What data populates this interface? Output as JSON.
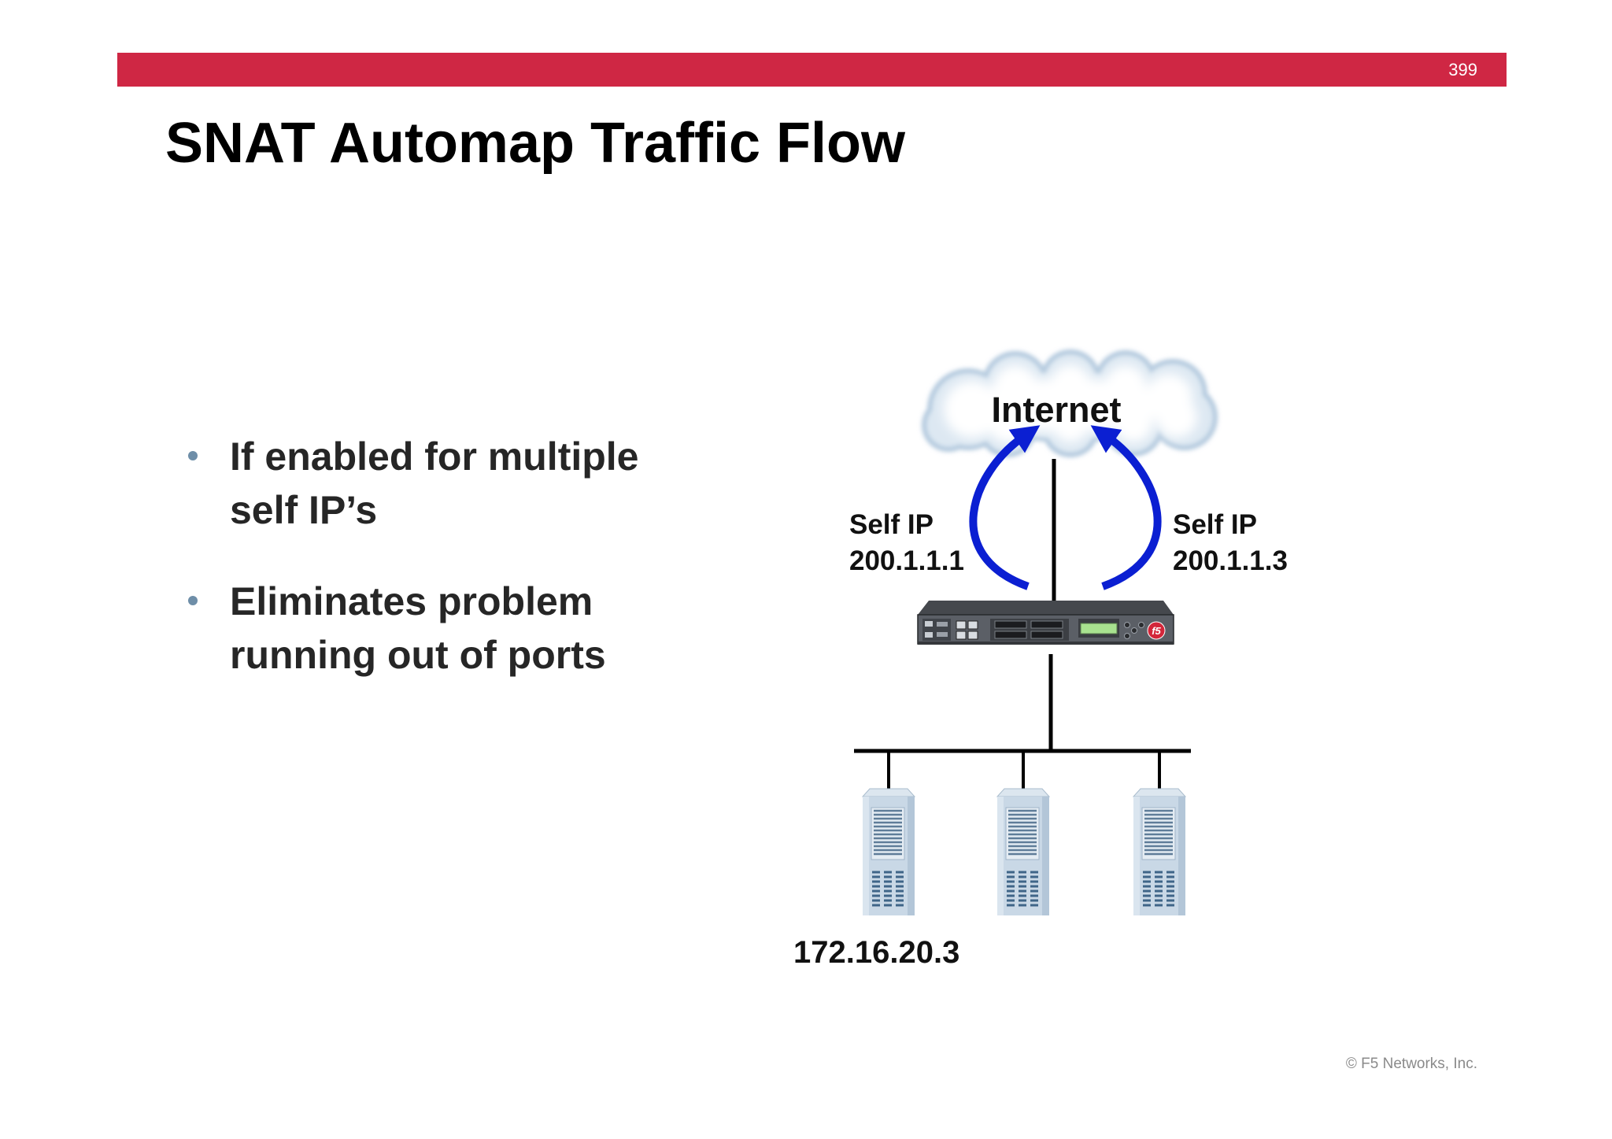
{
  "slide": {
    "page_number": "399",
    "title": "SNAT Automap Traffic Flow",
    "bullets": [
      {
        "lines": [
          "If enabled for multiple",
          "self IP’s"
        ]
      },
      {
        "lines": [
          "Eliminates problem",
          "running out of ports"
        ]
      }
    ],
    "footer": "© F5 Networks, Inc."
  },
  "diagram": {
    "cloud_label": "Internet",
    "left_self_ip": {
      "label": "Self IP",
      "address": "200.1.1.1"
    },
    "right_self_ip": {
      "label": "Self IP",
      "address": "200.1.1.3"
    },
    "server_address": "172.16.20.3",
    "device_logo": "f5"
  },
  "icons": [
    "cloud-icon",
    "f5-appliance-icon",
    "server-icon",
    "bullet-icon",
    "arrow-icon"
  ],
  "colors": {
    "header_bar": "#cf2744",
    "arrow": "#0b1fd2",
    "text": "#262626",
    "bullet": "#6e8ea8",
    "footer_text": "#8a8a8a"
  }
}
